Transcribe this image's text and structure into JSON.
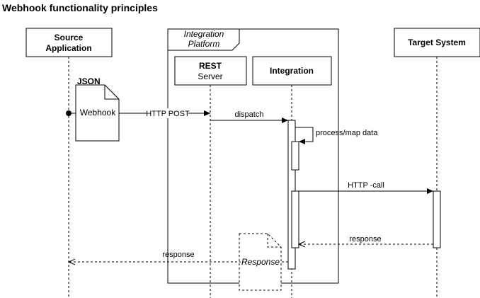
{
  "title": "Webhook functionality principles",
  "participants": {
    "source": [
      "Source",
      "Application"
    ],
    "platform": [
      "Integration",
      "Platform"
    ],
    "rest": [
      "REST",
      "Server"
    ],
    "integration": "Integration",
    "target": "Target System"
  },
  "documents": {
    "json_label": "JSON",
    "webhook": "Webhook",
    "response": "Response"
  },
  "messages": {
    "http_post": "HTTP POST",
    "dispatch": "dispatch",
    "process_map": "process/map data",
    "http_call": "HTTP -call",
    "response_target": "response",
    "response_source": "response"
  }
}
